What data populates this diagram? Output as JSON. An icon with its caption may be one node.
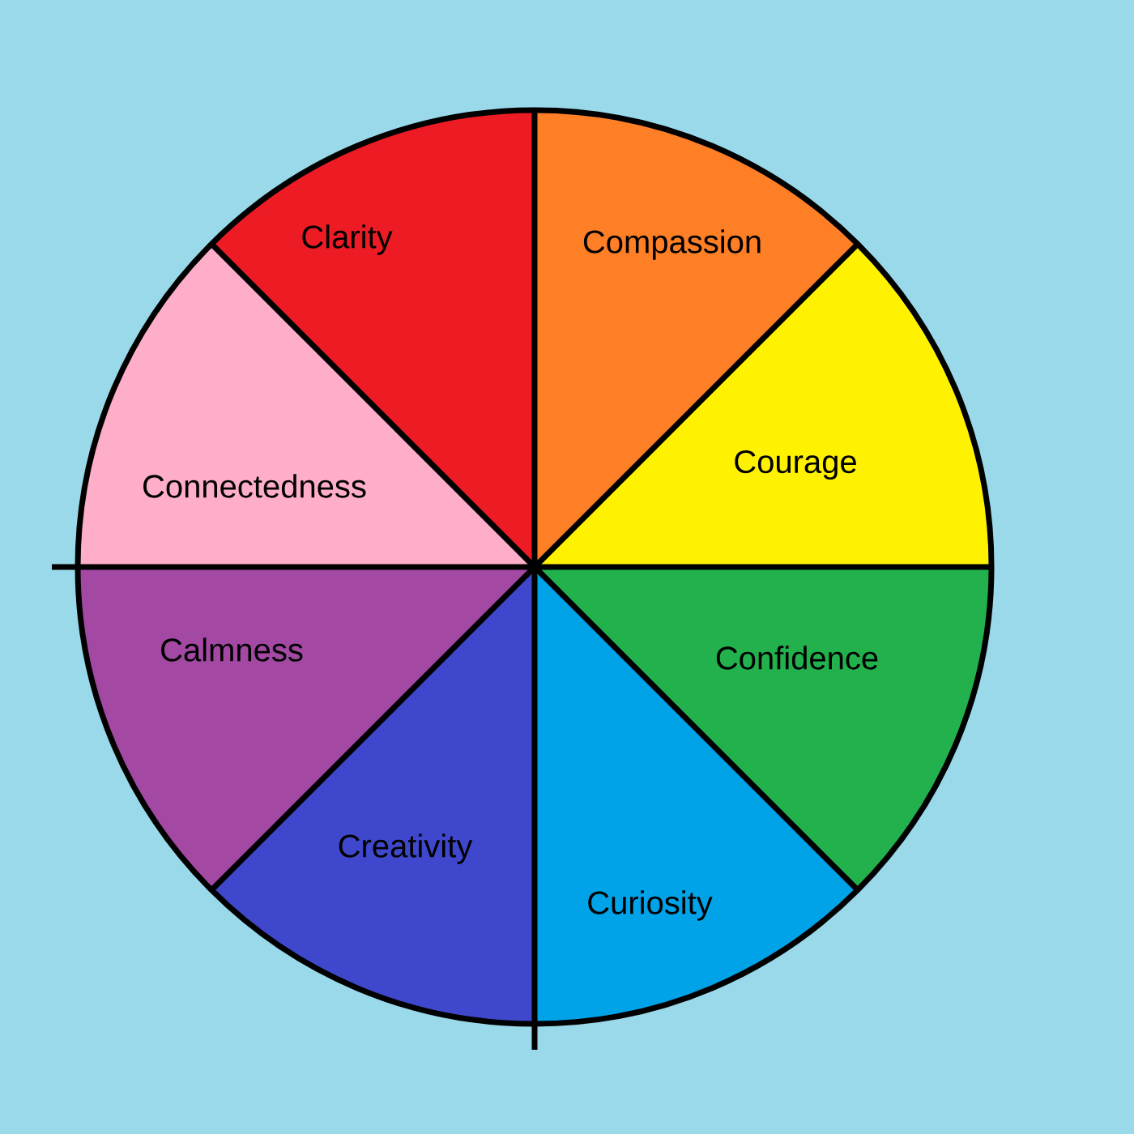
{
  "diagram": {
    "nodes": [
      {
        "text": [
          "Clarity"
        ]
      },
      {
        "text": [
          "Compassion"
        ]
      },
      {
        "text": [
          "Courage"
        ]
      },
      {
        "text": [
          "Connectedness"
        ]
      },
      {
        "text": [
          "Calmness"
        ]
      },
      {
        "text": [
          "Confidence"
        ]
      },
      {
        "text": [
          "Creativity"
        ]
      },
      {
        "text": [
          "Curiosity"
        ]
      }
    ]
  }
}
